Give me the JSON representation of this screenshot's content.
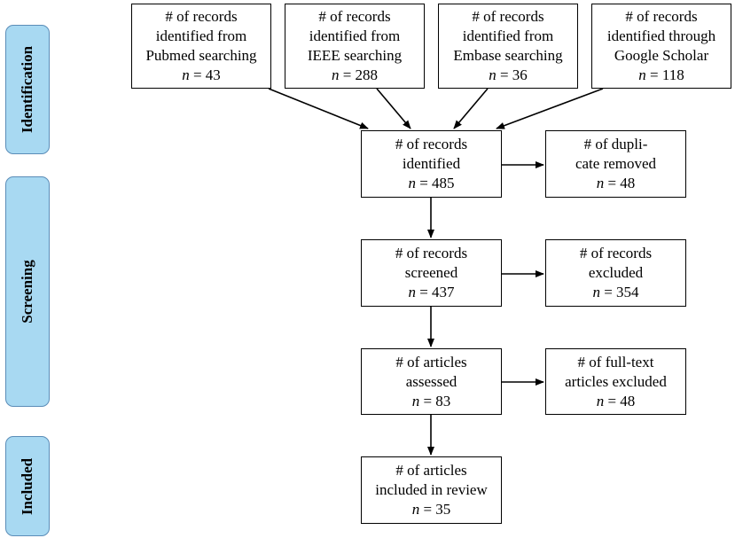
{
  "phases": {
    "identification": "Identification",
    "screening": "Screening",
    "included": "Included"
  },
  "sources": [
    {
      "line1": "# of records",
      "line2": "identified from",
      "line3": "Pubmed searching",
      "n": "n",
      "count": "= 43"
    },
    {
      "line1": "# of records",
      "line2": "identified from",
      "line3": "IEEE searching",
      "n": "n",
      "count": "= 288"
    },
    {
      "line1": "# of records",
      "line2": "identified from",
      "line3": "Embase searching",
      "n": "n",
      "count": "= 36"
    },
    {
      "line1": "# of records",
      "line2": "identified through",
      "line3": "Google Scholar",
      "n": "n",
      "count": "= 118"
    }
  ],
  "identified": {
    "line1": "# of records",
    "line2": "identified",
    "n": "n",
    "count": "= 485"
  },
  "duplicates": {
    "line1": "# of dupli-",
    "line2": "cate removed",
    "n": "n",
    "count": "= 48"
  },
  "screened": {
    "line1": "# of records",
    "line2": "screened",
    "n": "n",
    "count": "= 437"
  },
  "excluded": {
    "line1": "# of records",
    "line2": "excluded",
    "n": "n",
    "count": "= 354"
  },
  "assessed": {
    "line1": "# of articles",
    "line2": "assessed",
    "n": "n",
    "count": "= 83"
  },
  "fulltext_excluded": {
    "line1": "# of full-text",
    "line2": "articles excluded",
    "n": "n",
    "count": "= 48"
  },
  "included": {
    "line1": "# of articles",
    "line2": "included in review",
    "n": "n",
    "count": "= 35"
  }
}
